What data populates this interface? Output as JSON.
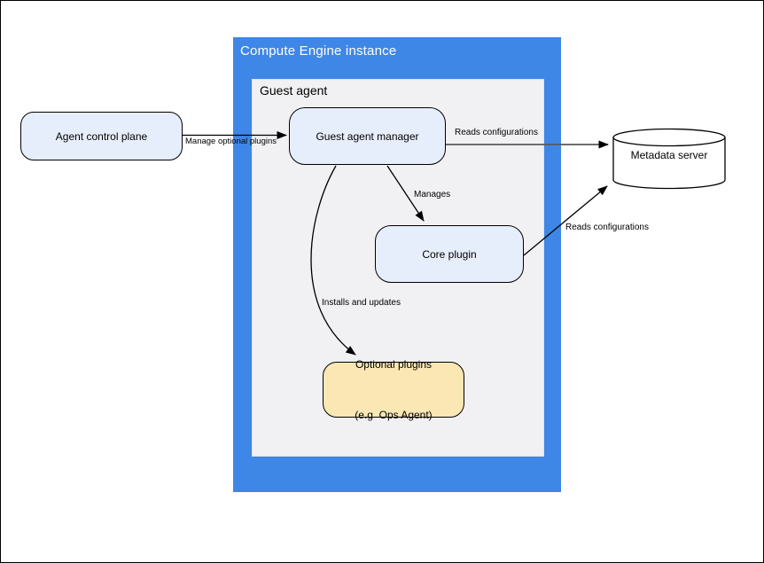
{
  "diagram": {
    "containers": {
      "compute_engine_instance": {
        "label": "Compute Engine instance"
      },
      "guest_agent": {
        "label": "Guest agent"
      }
    },
    "nodes": {
      "agent_control_plane": {
        "label": "Agent control plane"
      },
      "guest_agent_manager": {
        "label": "Guest agent manager"
      },
      "core_plugin": {
        "label": "Core plugin"
      },
      "optional_plugins": {
        "label_line1": "Optional plugins",
        "label_line2": "(e.g  Ops Agent)"
      },
      "metadata_server": {
        "label": "Metadata server"
      }
    },
    "edges": {
      "manage_optional_plugins": {
        "label": "Manage optional plugins"
      },
      "reads_configurations_manager": {
        "label": "Reads configurations"
      },
      "manages": {
        "label": "Manages"
      },
      "installs_and_updates": {
        "label": "Installs and updates"
      },
      "reads_configurations_core": {
        "label": "Reads configurations"
      }
    },
    "colors": {
      "container_blue": "#3f87e6",
      "inner_gray": "#f1f1f3",
      "node_blue_fill": "#e7eefb",
      "node_tan_fill": "#fbe7b4",
      "edge_gray_line": "#5a5a5a",
      "edge_black_line": "#000000",
      "title_text": "#ffffff"
    }
  }
}
